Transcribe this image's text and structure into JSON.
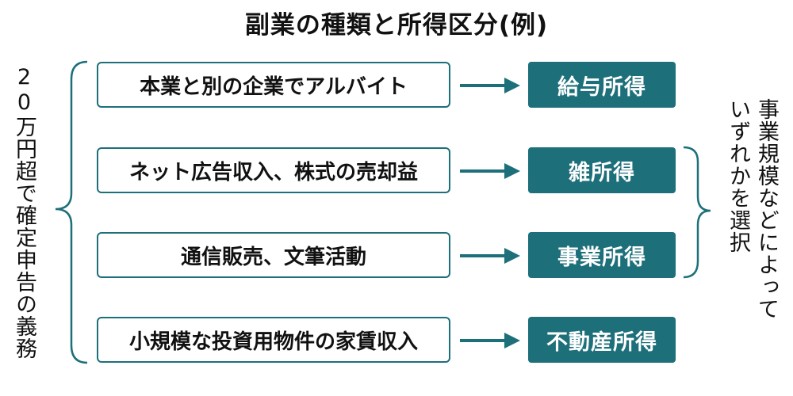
{
  "title": "副業の種類と所得区分(例)",
  "left_note": "20万円超で確定申告の義務",
  "right_note_col1": "事業規模などによって",
  "right_note_col2": "いずれかを選択",
  "rows": [
    {
      "activity": "本業と別の企業でアルバイト",
      "category": "給与所得"
    },
    {
      "activity": "ネット広告収入、株式の売却益",
      "category": "雑所得"
    },
    {
      "activity": "通信販売、文筆活動",
      "category": "事業所得"
    },
    {
      "activity": "小規模な投資用物件の家賃収入",
      "category": "不動産所得"
    }
  ],
  "colors": {
    "accent": "#1d6f7a",
    "text": "#111111",
    "background": "#ffffff"
  }
}
